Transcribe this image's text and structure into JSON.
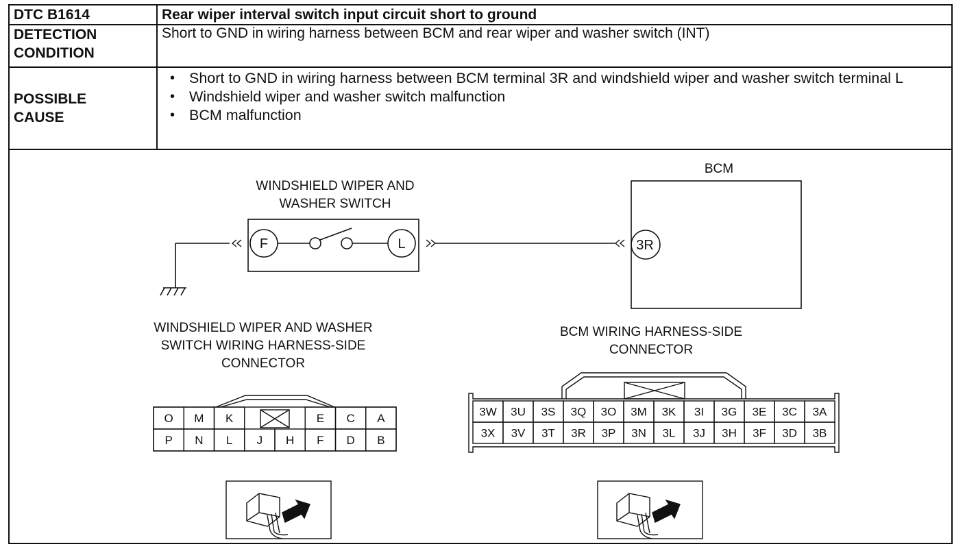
{
  "table": {
    "dtc_code": "DTC B1614",
    "dtc_title": "Rear wiper interval switch input circuit short to ground",
    "detection_label_1": "DETECTION",
    "detection_label_2": "CONDITION",
    "detection_text": "Short to GND in wiring harness between BCM and rear wiper and washer switch (INT)",
    "cause_label_1": "POSSIBLE",
    "cause_label_2": "CAUSE",
    "causes": [
      "Short to GND in wiring harness between BCM terminal 3R and windshield wiper and washer switch terminal L",
      "Windshield wiper and washer switch malfunction",
      "BCM malfunction"
    ]
  },
  "diagram": {
    "switch_title_1": "WINDSHIELD WIPER AND",
    "switch_title_2": "WASHER SWITCH",
    "bcm_title": "BCM",
    "terminal_f": "F",
    "terminal_l": "L",
    "terminal_3r": "3R",
    "switch_conn_title_1": "WINDSHIELD WIPER AND WASHER",
    "switch_conn_title_2": "SWITCH WIRING HARNESS-SIDE",
    "switch_conn_title_3": "CONNECTOR",
    "bcm_conn_title_1": "BCM WIRING HARNESS-SIDE",
    "bcm_conn_title_2": "CONNECTOR",
    "switch_conn_top": [
      "O",
      "M",
      "K",
      "",
      "",
      "E",
      "C",
      "A"
    ],
    "switch_conn_bottom": [
      "P",
      "N",
      "L",
      "J",
      "H",
      "F",
      "D",
      "B"
    ],
    "bcm_conn_top": [
      "3W",
      "3U",
      "3S",
      "3Q",
      "3O",
      "3M",
      "3K",
      "3I",
      "3G",
      "3E",
      "3C",
      "3A"
    ],
    "bcm_conn_bottom": [
      "3X",
      "3V",
      "3T",
      "3R",
      "3P",
      "3N",
      "3L",
      "3J",
      "3H",
      "3F",
      "3D",
      "3B"
    ]
  }
}
